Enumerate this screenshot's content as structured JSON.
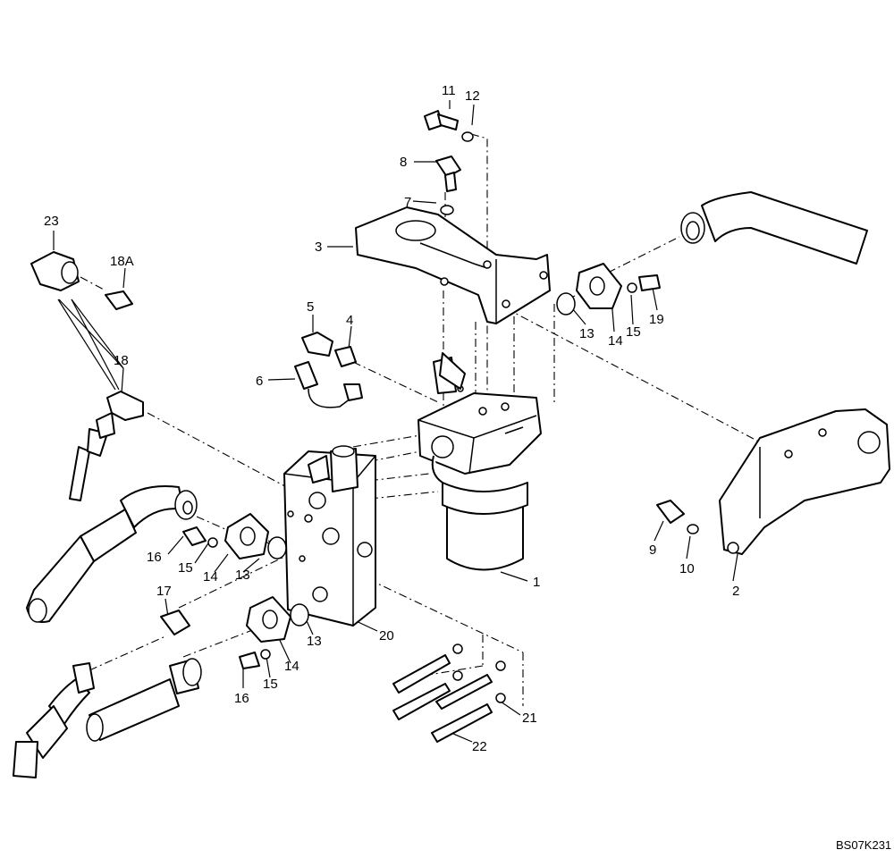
{
  "callouts": {
    "c1": "1",
    "c2": "2",
    "c3": "3",
    "c4": "4",
    "c5": "5",
    "c6": "6",
    "c7": "7",
    "c8": "8",
    "c9": "9",
    "c10": "10",
    "c11": "11",
    "c12": "12",
    "c13a": "13",
    "c13b": "13",
    "c13c": "13",
    "c14a": "14",
    "c14b": "14",
    "c14c": "14",
    "c15a": "15",
    "c15b": "15",
    "c15c": "15",
    "c16a": "16",
    "c16b": "16",
    "c17": "17",
    "c18": "18",
    "c18A": "18A",
    "c19": "19",
    "c20": "20",
    "c21": "21",
    "c22": "22",
    "c23": "23"
  },
  "drawing_ref": "BS07K231"
}
